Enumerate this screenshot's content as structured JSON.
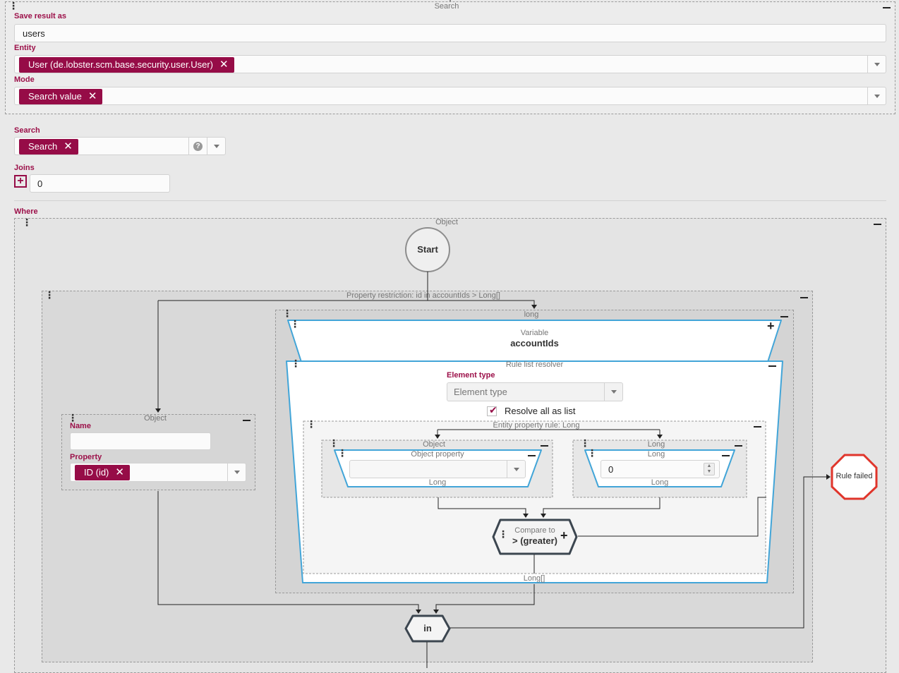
{
  "search_panel": {
    "caption": "Search",
    "save_result_label": "Save result as",
    "save_result_value": "users",
    "entity_label": "Entity",
    "entity_tag": "User (de.lobster.scm.base.security.user.User)",
    "mode_label": "Mode",
    "mode_tag": "Search value",
    "search_label": "Search",
    "search_tag": "Search",
    "joins_label": "Joins",
    "joins_value": "0",
    "where_label": "Where"
  },
  "flow": {
    "object_caption": "Object",
    "start_label": "Start",
    "property_restriction_caption": "Property restriction: id in accountIds > Long[]",
    "long_caption": "long",
    "variable_caption": "Variable",
    "variable_name": "accountIds",
    "resolver_caption": "Rule list resolver",
    "element_type_label": "Element type",
    "element_type_placeholder": "Element type",
    "resolve_all_label": "Resolve all as list",
    "resolve_all_checked": true,
    "entity_property_rule_caption": "Entity property rule: Long",
    "left_object_caption": "Object",
    "name_label": "Name",
    "name_value": "",
    "property_label": "Property",
    "property_tag": "ID (id)",
    "inner_object_caption": "Object",
    "object_property_caption": "Object property",
    "object_property_type": "Long",
    "inner_long_caption": "Long",
    "long_value_caption": "Long",
    "long_value": "0",
    "long_value_type": "Long",
    "compare_caption": "Compare to",
    "compare_value": "> (greater)",
    "resolver_output": "Long[]",
    "in_label": "in",
    "rule_failed_label": "Rule failed"
  },
  "colors": {
    "accent": "#960c47",
    "label": "#9c1049",
    "node_border": "#42a5d8",
    "failed": "#e0352b"
  }
}
